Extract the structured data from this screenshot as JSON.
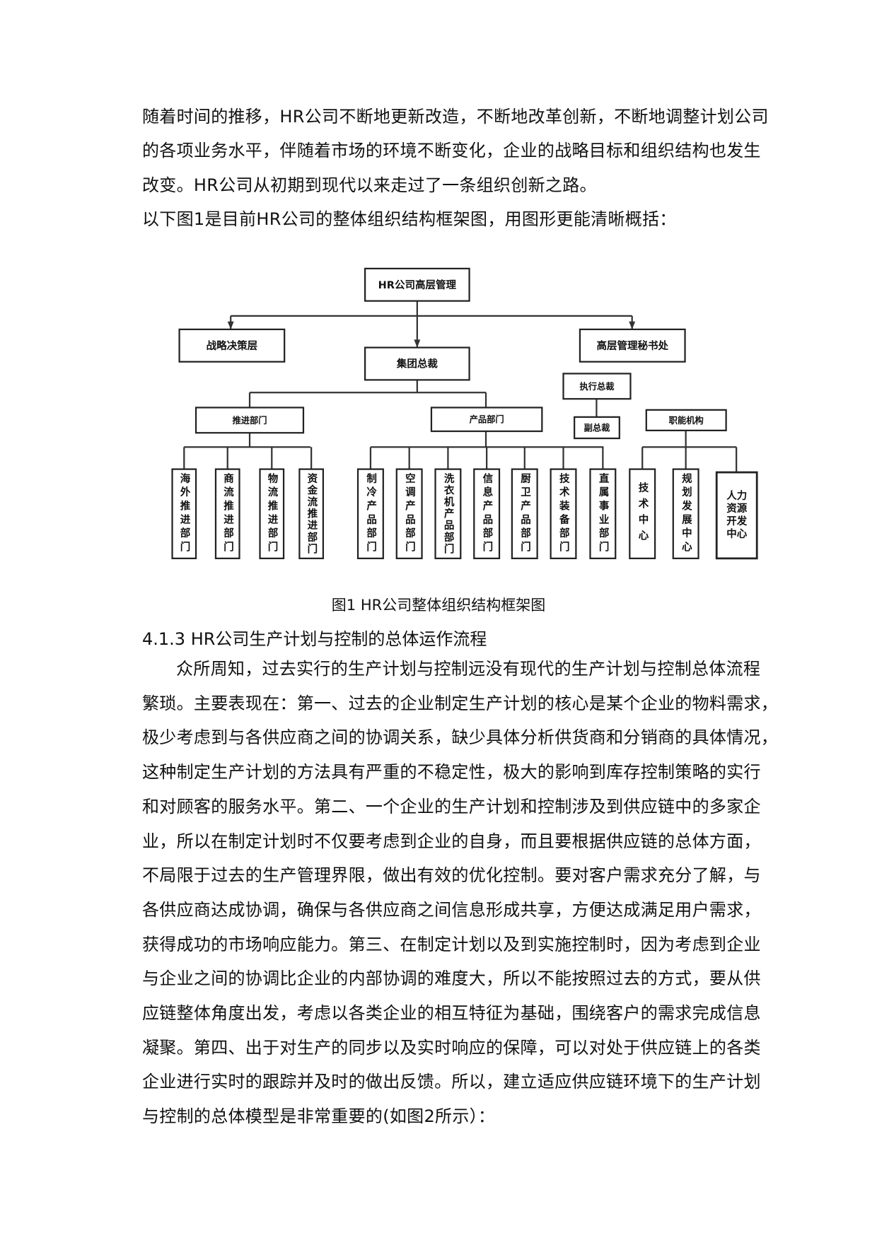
{
  "intro_lines": [
    "随着时间的推移，HR公司不断地更新改造，不断地改革创新，不断地调整计划公司",
    "的各项业务水平，伴随着市场的环境不断变化，企业的战略目标和组织结构也发生",
    "改变。HR公司从初期到现代以来走过了一条组织创新之路。",
    "以下图1是目前HR公司的整体组织结构框架图，用图形更能清晰概括："
  ],
  "org_chart": {
    "top": "HR公司高层管理",
    "strategy": "战略决策层",
    "secretariat": "高层管理秘书处",
    "president": "集团总裁",
    "executive": "执行总裁",
    "vice": "副总裁",
    "functions": "职能机构",
    "promotion": "推进部门",
    "product": "产品部门",
    "promotion_children": [
      "海外推进部门",
      "商流推进部门",
      "物流推进部门",
      "资金流推进部门"
    ],
    "product_children": [
      "制冷产品部门",
      "空调产品部门",
      "洗衣机产品部门",
      "信息产品部门",
      "厨卫产品部门",
      "技术装备部门",
      "直属事业部门"
    ],
    "function_children": [
      "技术中心",
      "规划发展中心",
      "人力资源开发中心"
    ]
  },
  "caption": "图1 HR公司整体组织结构框架图",
  "section_heading": "4.1.3 HR公司生产计划与控制的总体运作流程",
  "body_lines": [
    "众所周知，过去实行的生产计划与控制远没有现代的生产计划与控制总体流程",
    "繁琐。主要表现在：第一、过去的企业制定生产计划的核心是某个企业的物料需求，",
    "极少考虑到与各供应商之间的协调关系，缺少具体分析供货商和分销商的具体情况，",
    "这种制定生产计划的方法具有严重的不稳定性，极大的影响到库存控制策略的实行",
    "和对顾客的服务水平。第二、一个企业的生产计划和控制涉及到供应链中的多家企",
    "业，所以在制定计划时不仅要考虑到企业的自身，而且要根据供应链的总体方面，",
    "不局限于过去的生产管理界限，做出有效的优化控制。要对客户需求充分了解，与",
    "各供应商达成协调，确保与各供应商之间信息形成共享，方便达成满足用户需求，",
    "获得成功的市场响应能力。第三、在制定计划以及到实施控制时，因为考虑到企业",
    "与企业之间的协调比企业的内部协调的难度大，所以不能按照过去的方式，要从供",
    "应链整体角度出发，考虑以各类企业的相互特征为基础，围绕客户的需求完成信息",
    "凝聚。第四、出于对生产的同步以及实时响应的保障，可以对处于供应链上的各类",
    "企业进行实时的跟踪并及时的做出反馈。所以，建立适应供应链环境下的生产计划",
    "与控制的总体模型是非常重要的(如图2所示）："
  ]
}
